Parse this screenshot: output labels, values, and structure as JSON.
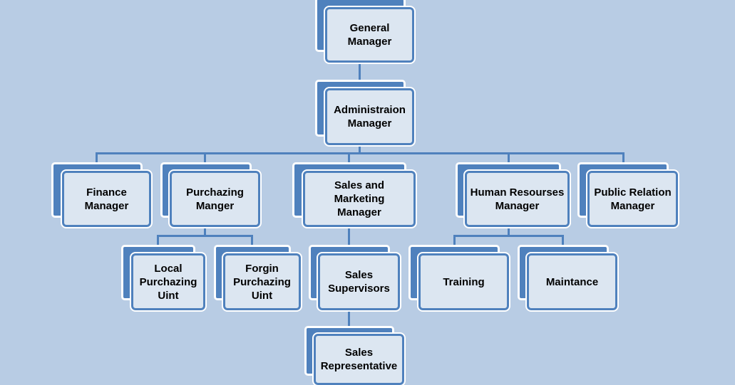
{
  "nodes": {
    "general_manager": "General\nManager",
    "administration_manager": "Administraion\nManager",
    "finance_manager": "Finance\nManager",
    "purchasing_manager": "Purchazing\nManger",
    "sales_marketing_manager": "Sales and\nMarketing\nManager",
    "hr_manager": "Human Resourses\nManager",
    "public_relation_manager": "Public Relation\nManager",
    "local_purchasing_unit": "Local\nPurchazing\nUint",
    "foreign_purchasing_unit": "Forgin\nPurchazing\nUint",
    "sales_supervisors": "Sales\nSupervisors",
    "training": "Training",
    "maintenance": "Maintance",
    "sales_representative": "Sales\nRepresentative"
  },
  "colors": {
    "background": "#b8cce4",
    "shape_dark": "#4f81bd",
    "shape_light": "#dce6f1",
    "line": "#4f81bd"
  }
}
